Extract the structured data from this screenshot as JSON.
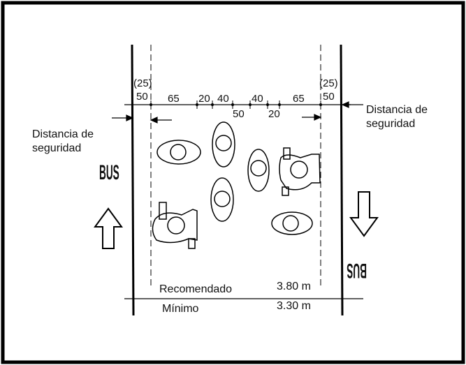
{
  "safety_left": [
    "Distancia de",
    "seguridad"
  ],
  "safety_right": [
    "Distancia de",
    "seguridad"
  ],
  "top_dimensions": {
    "left_paren": "(25)",
    "left_edge": "50",
    "row1": [
      "65",
      "20",
      "40",
      "40",
      "65"
    ],
    "row2": [
      "50",
      "20"
    ],
    "right_paren": "(25)",
    "right_edge": "50"
  },
  "bus_label": "BUS",
  "recommended": {
    "label": "Recomendado",
    "value": "3.80 m"
  },
  "minimum": {
    "label": "Mínimo",
    "value": "3.30 m"
  }
}
